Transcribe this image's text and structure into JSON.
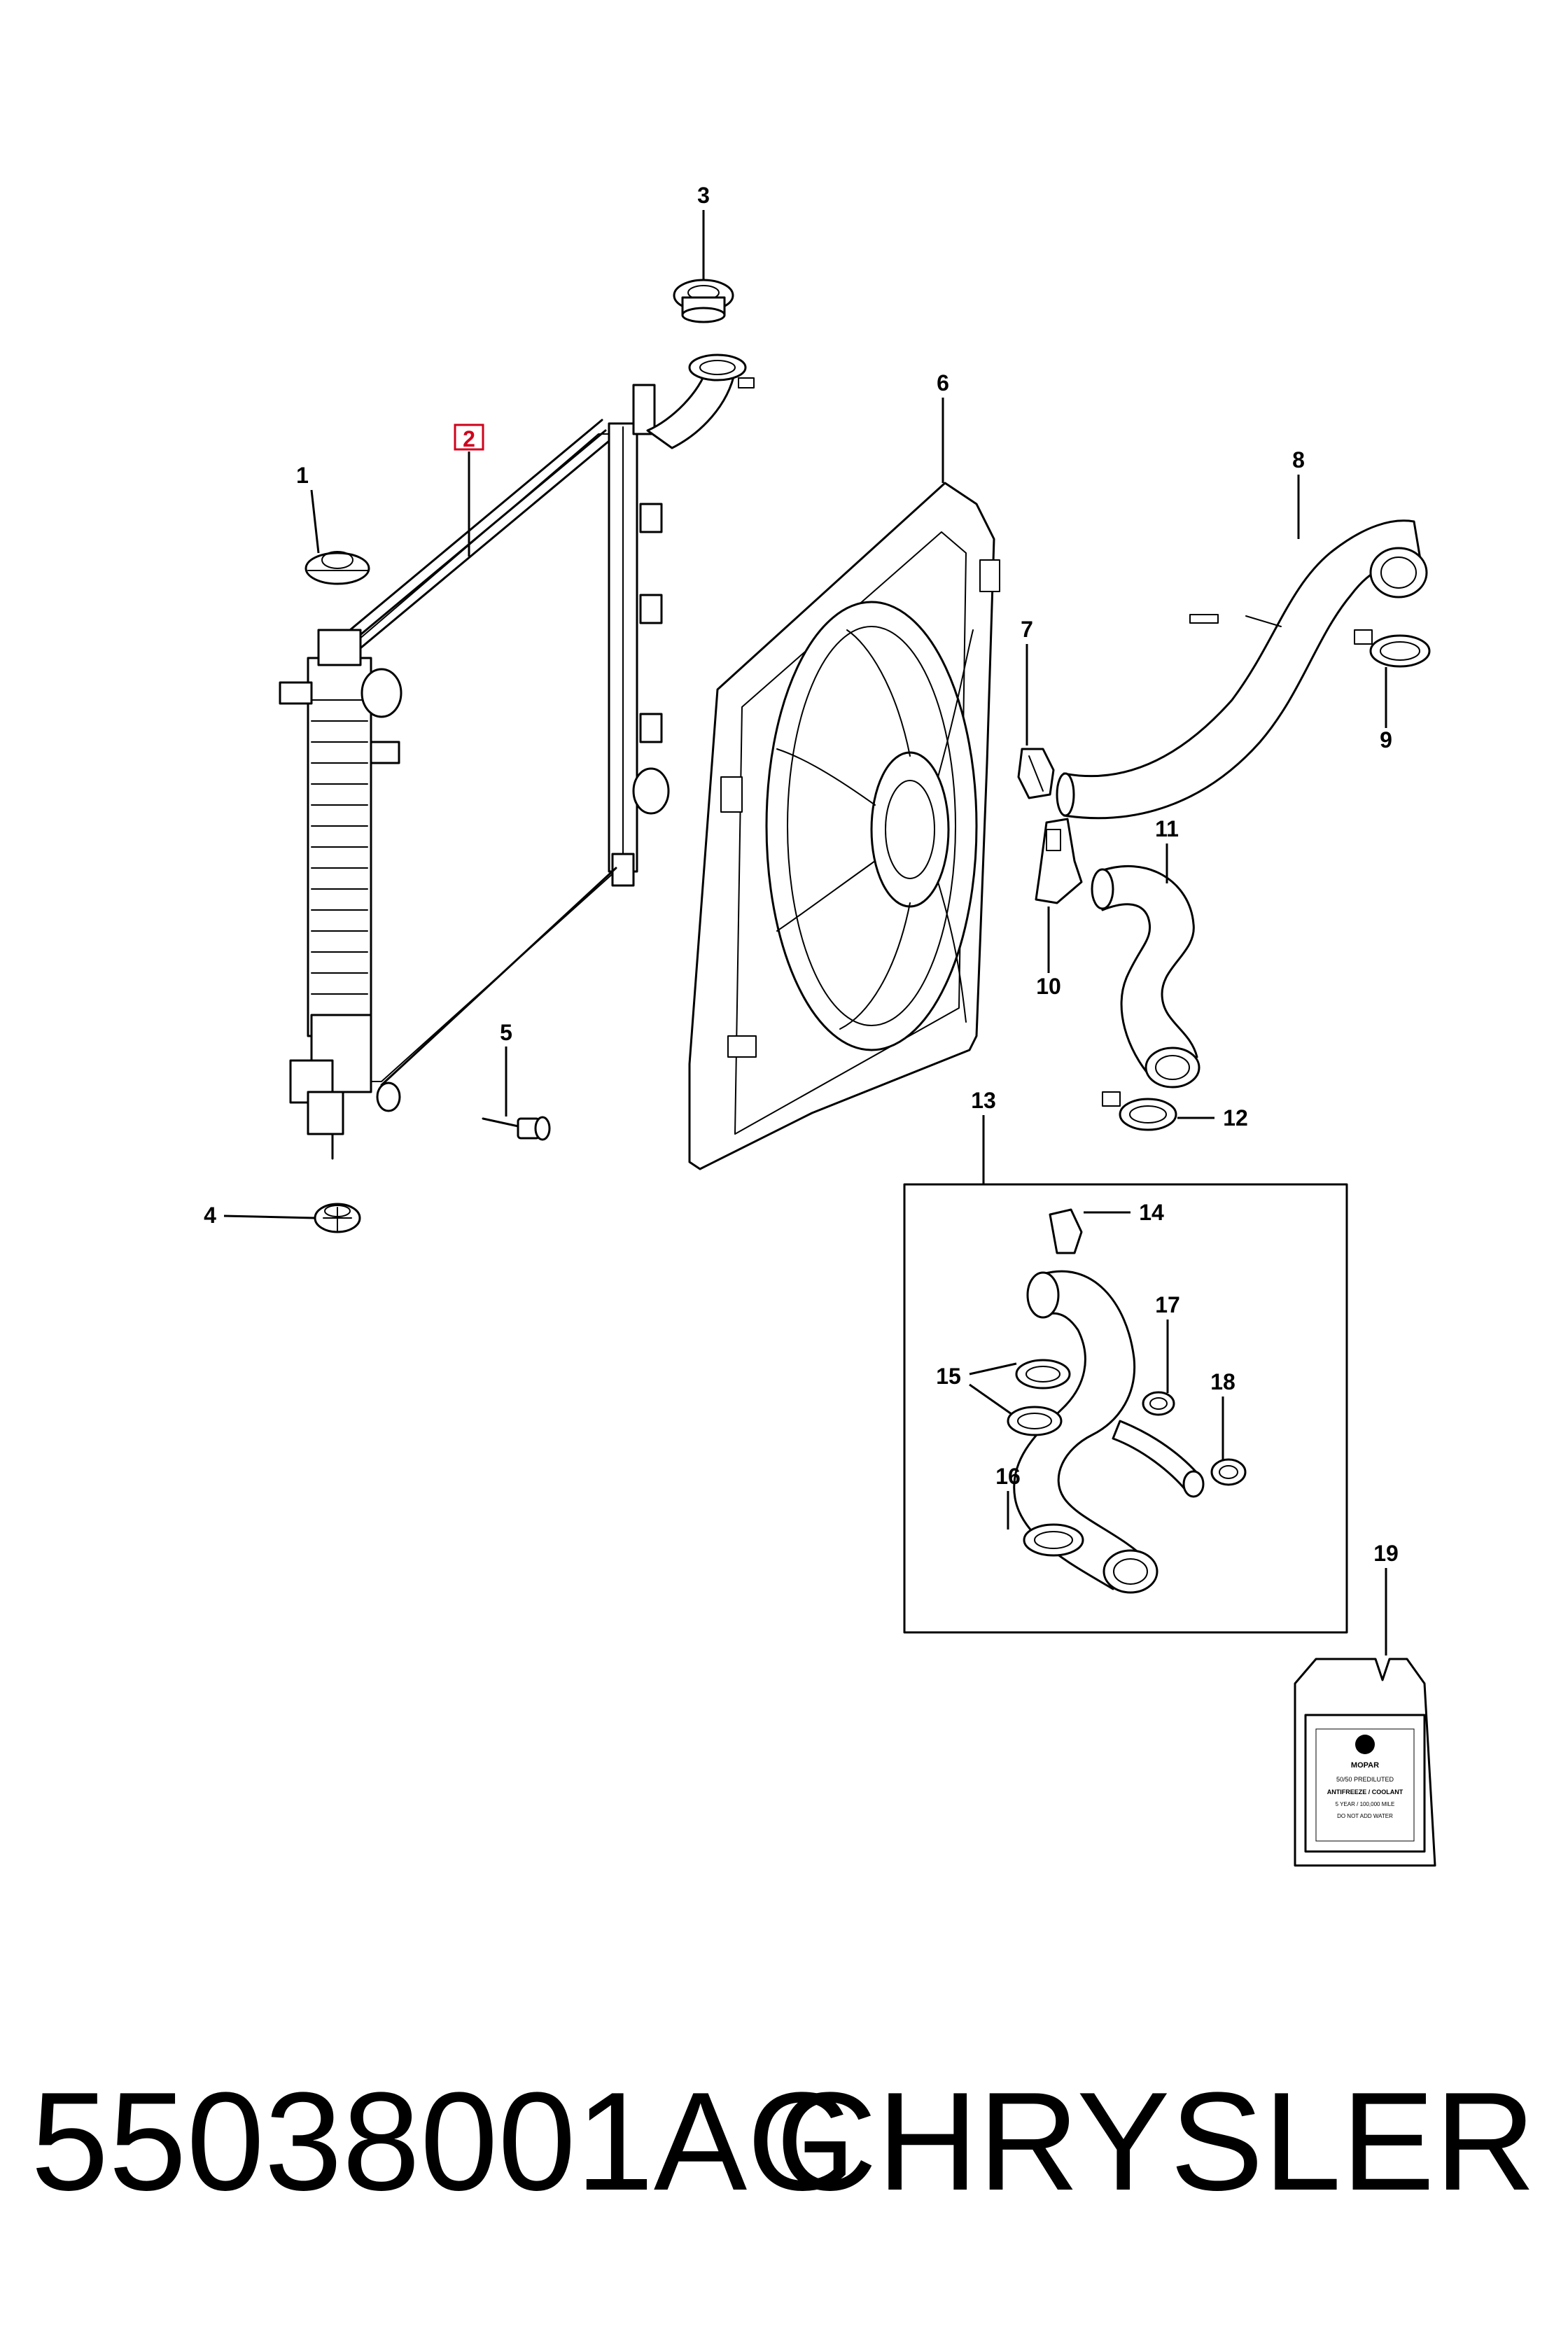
{
  "callouts": [
    {
      "id": "1",
      "label": "1"
    },
    {
      "id": "2",
      "label": "2"
    },
    {
      "id": "3",
      "label": "3"
    },
    {
      "id": "4",
      "label": "4"
    },
    {
      "id": "5",
      "label": "5"
    },
    {
      "id": "6",
      "label": "6"
    },
    {
      "id": "7",
      "label": "7"
    },
    {
      "id": "8",
      "label": "8"
    },
    {
      "id": "9",
      "label": "9"
    },
    {
      "id": "10",
      "label": "10"
    },
    {
      "id": "11",
      "label": "11"
    },
    {
      "id": "12",
      "label": "12"
    },
    {
      "id": "13",
      "label": "13"
    },
    {
      "id": "14",
      "label": "14"
    },
    {
      "id": "15",
      "label": "15"
    },
    {
      "id": "16",
      "label": "16"
    },
    {
      "id": "17",
      "label": "17"
    },
    {
      "id": "18",
      "label": "18"
    },
    {
      "id": "19",
      "label": "19"
    }
  ],
  "highlighted_callout": "2",
  "highlight_color": "#d0021b",
  "coolant_jug": {
    "brand": "MOPAR",
    "line1": "50/50 PREDILUTED",
    "line2": "ANTIFREEZE / COOLANT",
    "line3": "5 YEAR / 100,000 MILE",
    "line4": "DO NOT ADD WATER"
  },
  "footer": {
    "part_number": "55038001AG",
    "brand": "CHRYSLER"
  }
}
